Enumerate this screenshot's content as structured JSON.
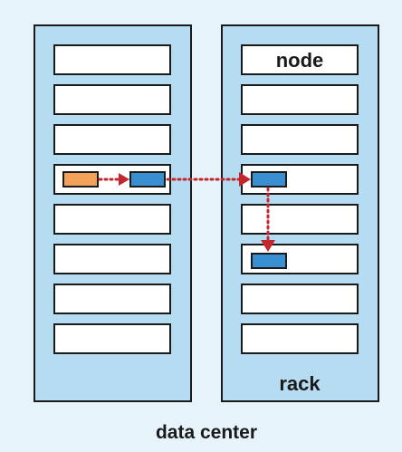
{
  "labels": {
    "node": "node",
    "rack": "rack",
    "data_center": "data center"
  },
  "colors": {
    "rack_fill": "#b6dcf1",
    "node_fill": "#ffffff",
    "source_block": "#f3a25a",
    "replica_block": "#3a8fd0",
    "arrow": "#c4262e",
    "background": "#e6f3fb"
  },
  "racks": [
    {
      "node_count": 8
    },
    {
      "node_count": 8
    }
  ]
}
